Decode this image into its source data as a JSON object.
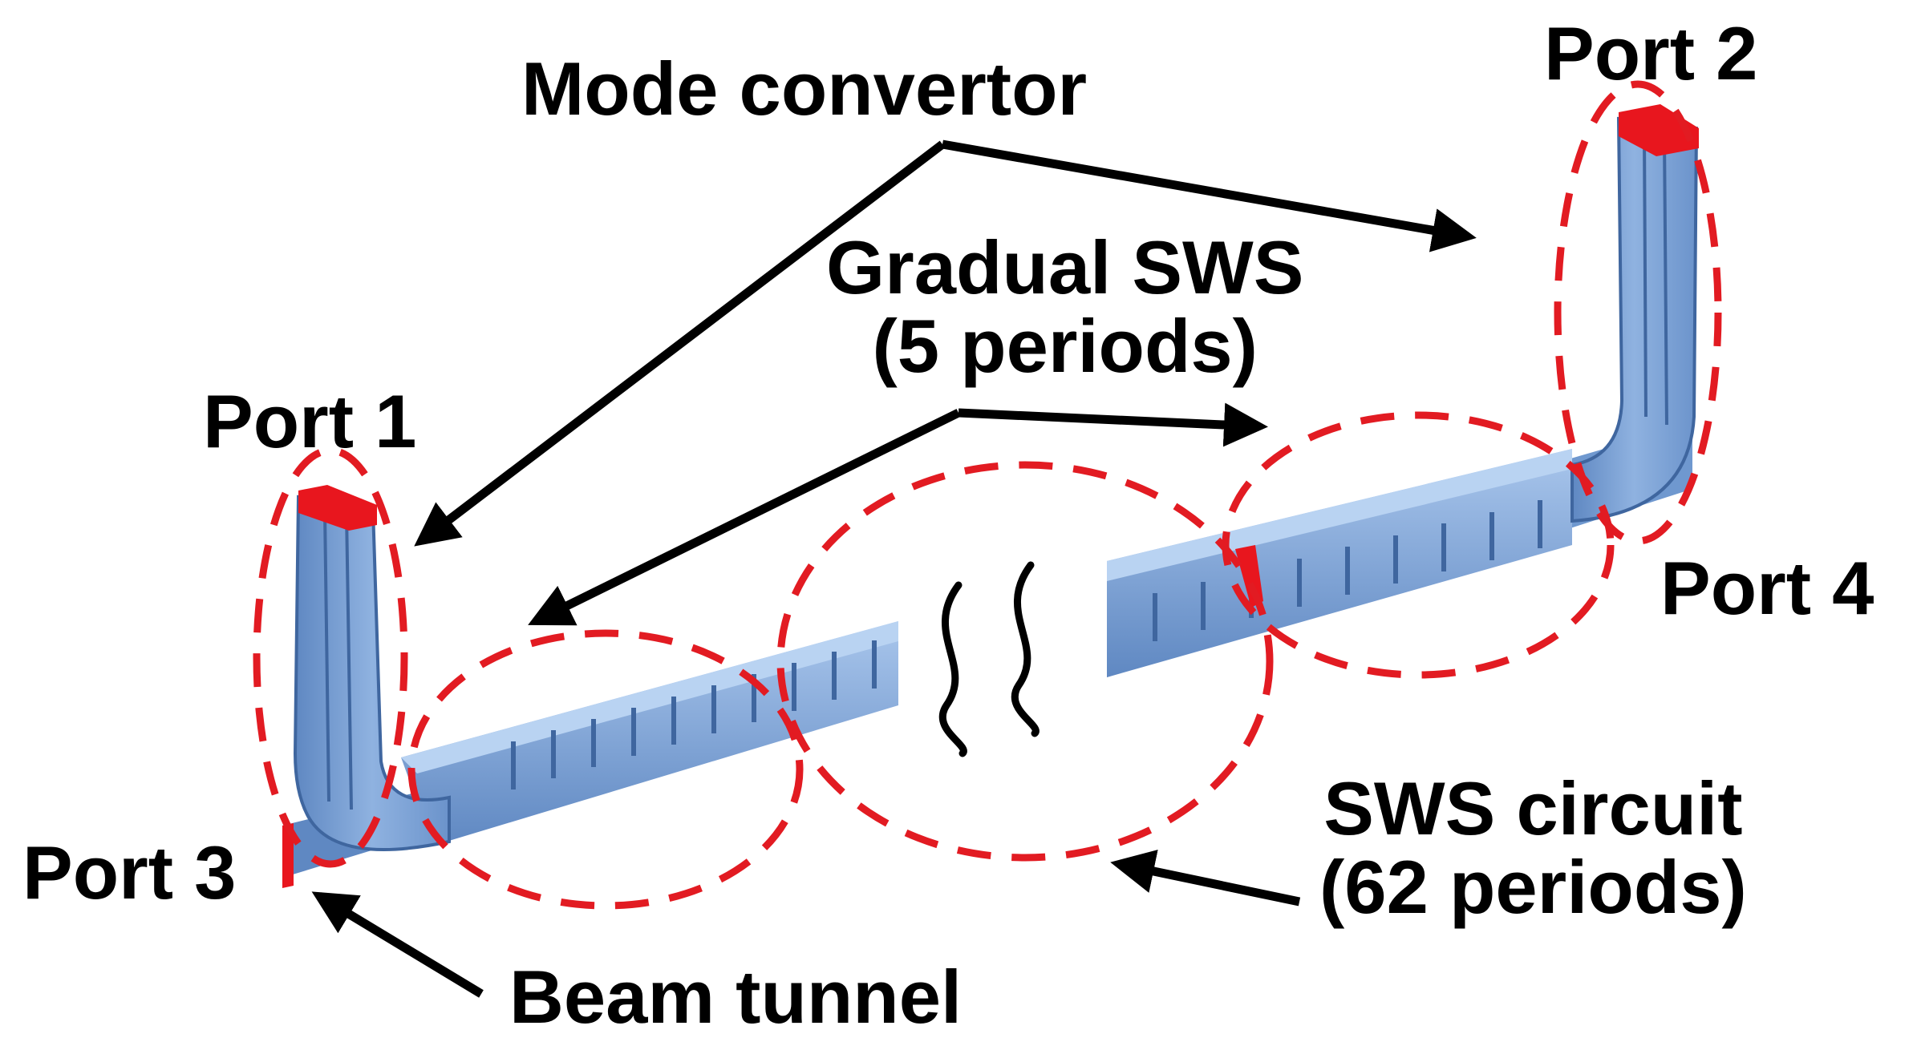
{
  "labels": {
    "mode_convertor": "Mode convertor",
    "gradual_sws_line1": "Gradual SWS",
    "gradual_sws_line2": "(5 periods)",
    "port1": "Port 1",
    "port2": "Port 2",
    "port3": "Port 3",
    "port4": "Port 4",
    "sws_circuit_line1": "SWS circuit",
    "sws_circuit_line2": "(62 periods)",
    "beam_tunnel": "Beam tunnel"
  },
  "colors": {
    "structure_fill": "#7fa6d8",
    "structure_light": "#a9c6ec",
    "structure_dark": "#4f78b3",
    "port_face": "#e8161e",
    "dashed_ellipse": "#e21b22",
    "arrow": "#000000",
    "text": "#000000"
  }
}
